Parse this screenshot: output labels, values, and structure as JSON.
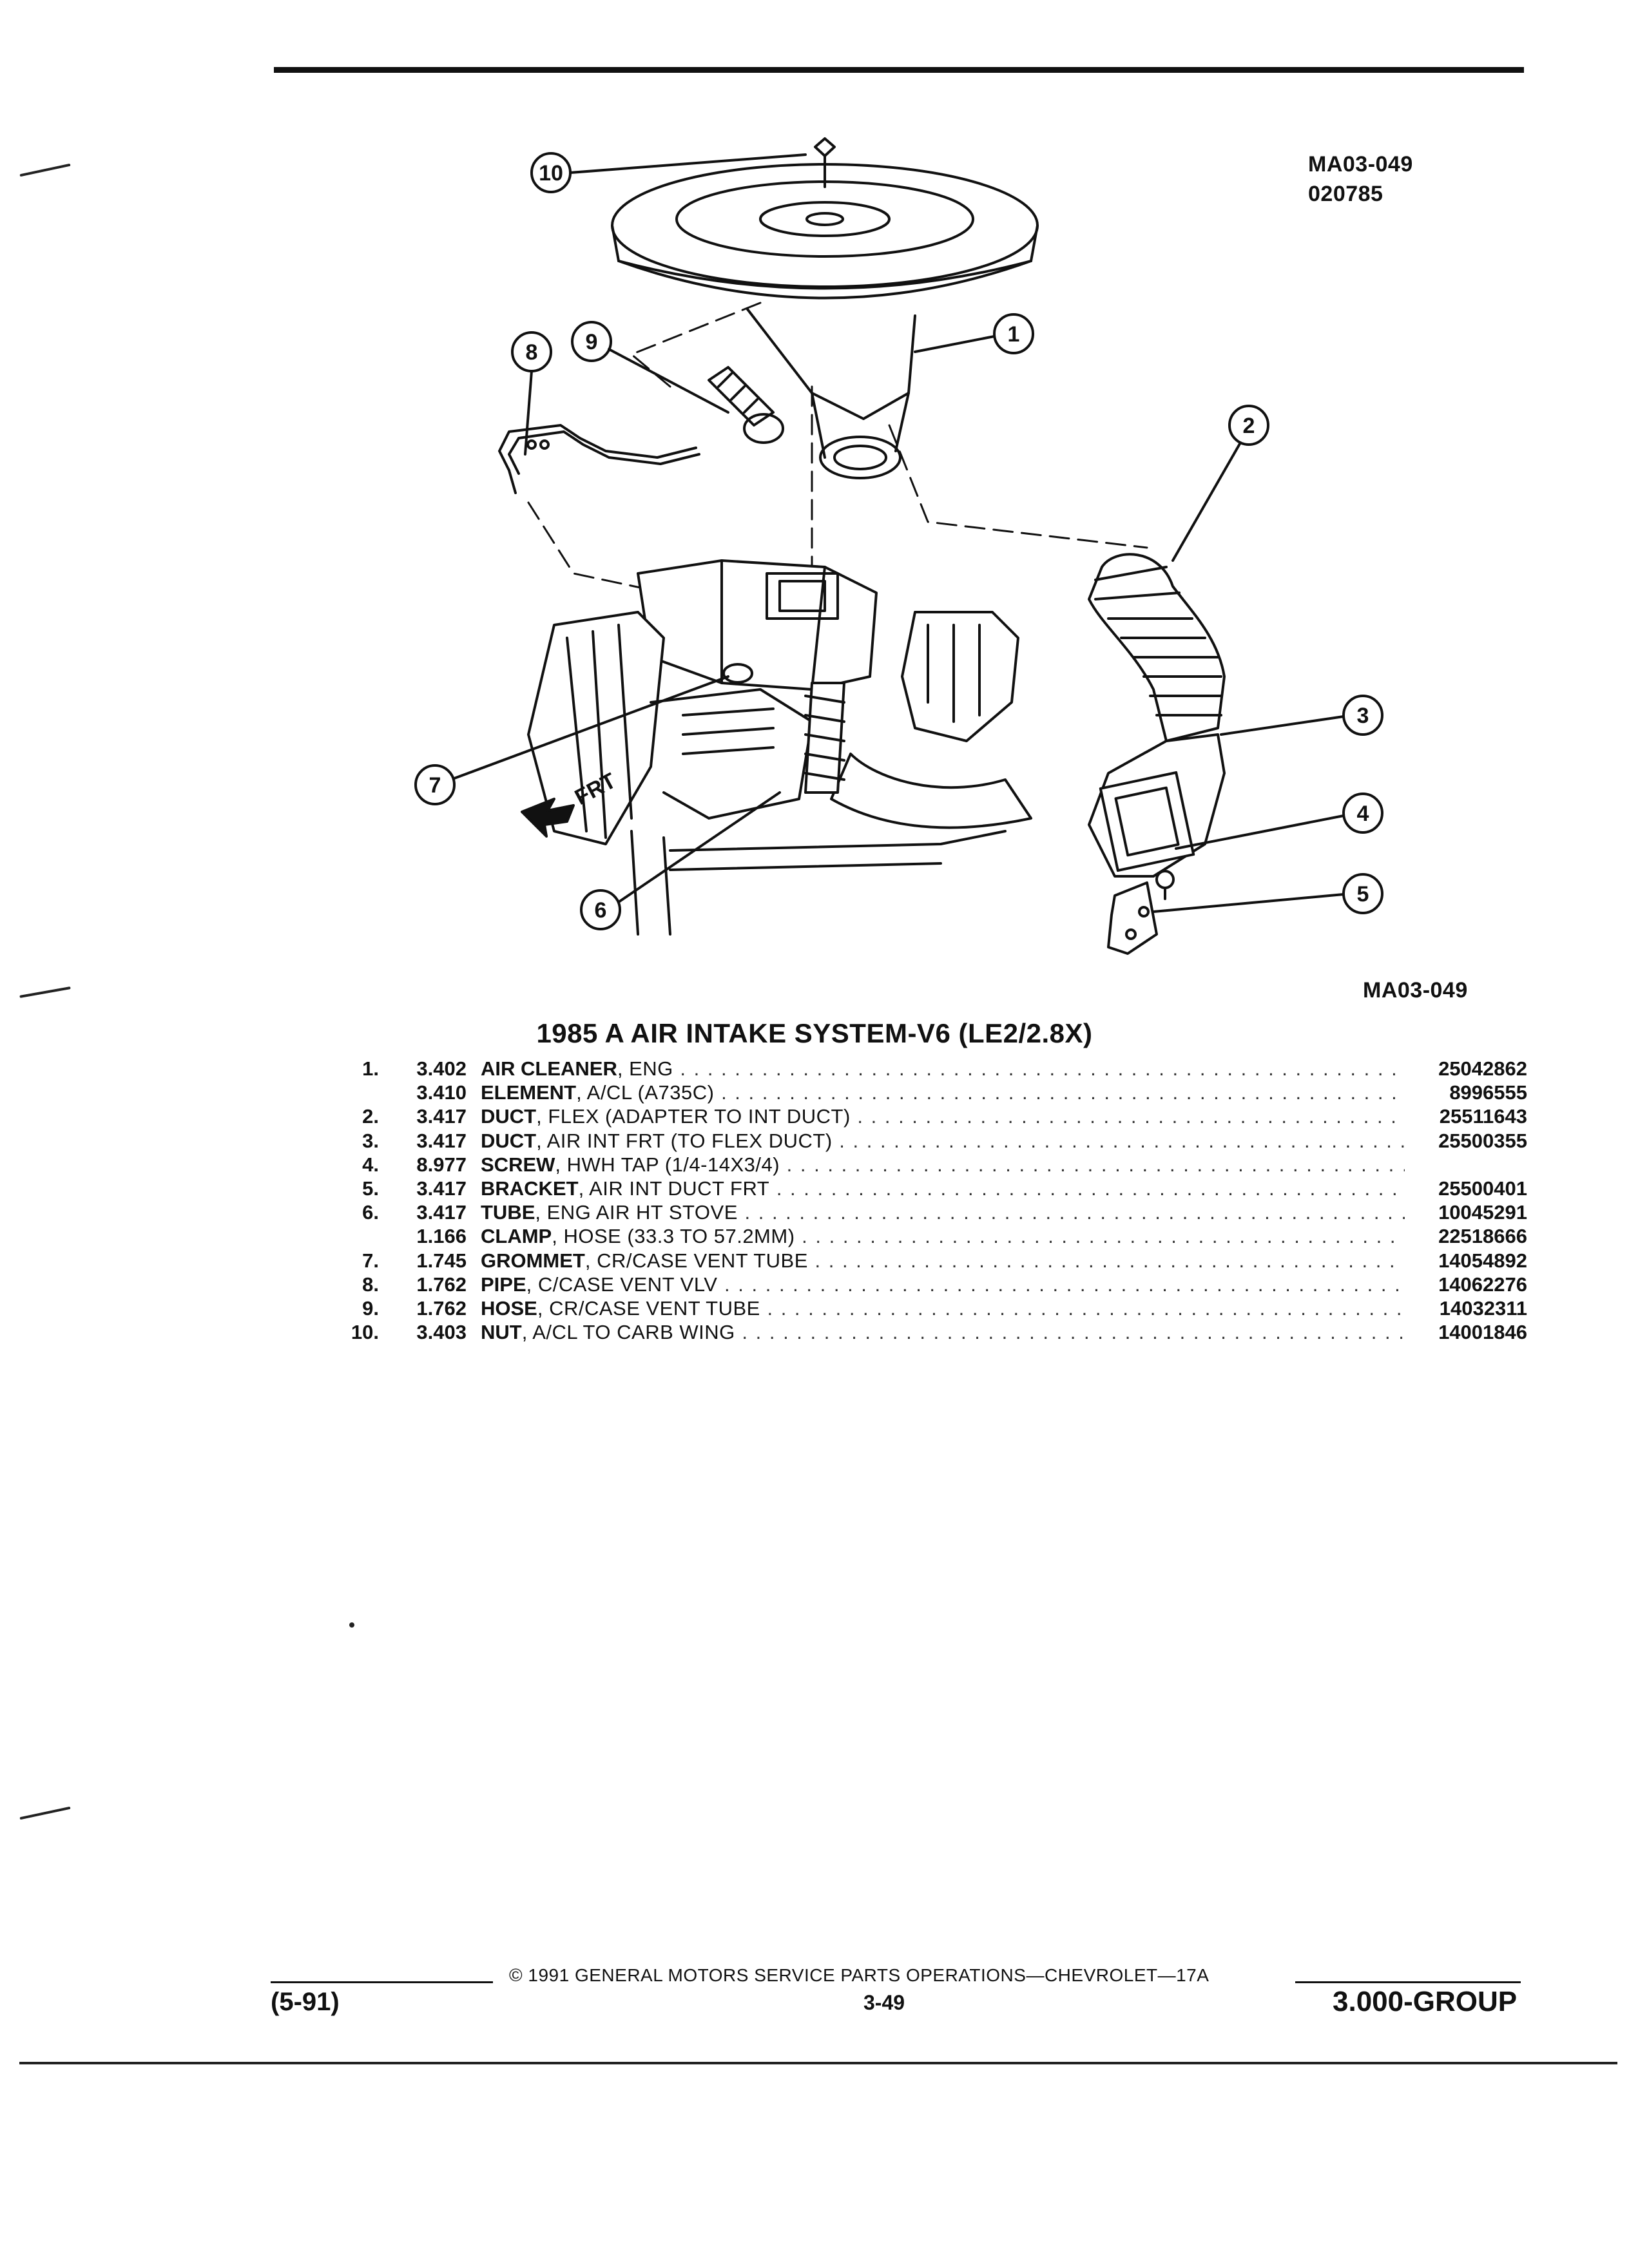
{
  "diagram": {
    "ref_code": "MA03-049",
    "date_code": "020785",
    "caption_code": "MA03-049",
    "front_label": "FRT",
    "callouts": [
      "1",
      "2",
      "3",
      "4",
      "5",
      "6",
      "7",
      "8",
      "9",
      "10"
    ]
  },
  "title": "1985 A AIR INTAKE SYSTEM-V6 (LE2/2.8X)",
  "parts": [
    {
      "num": "1.",
      "code": "3.402",
      "name": "AIR CLEANER",
      "rest": ", ENG",
      "part": "25042862"
    },
    {
      "num": "",
      "code": "3.410",
      "name": "ELEMENT",
      "rest": ", A/CL (A735C)",
      "part": "8996555"
    },
    {
      "num": "2.",
      "code": "3.417",
      "name": "DUCT",
      "rest": ", FLEX (ADAPTER TO INT DUCT)",
      "part": "25511643"
    },
    {
      "num": "3.",
      "code": "3.417",
      "name": "DUCT",
      "rest": ", AIR INT FRT (TO FLEX DUCT)",
      "part": "25500355"
    },
    {
      "num": "4.",
      "code": "8.977",
      "name": "SCREW",
      "rest": ", HWH TAP (1/4-14X3/4)",
      "part": ""
    },
    {
      "num": "5.",
      "code": "3.417",
      "name": "BRACKET",
      "rest": ", AIR INT DUCT FRT",
      "part": "25500401"
    },
    {
      "num": "6.",
      "code": "3.417",
      "name": "TUBE",
      "rest": ", ENG AIR HT STOVE",
      "part": "10045291"
    },
    {
      "num": "",
      "code": "1.166",
      "name": "CLAMP",
      "rest": ", HOSE (33.3 TO 57.2MM)",
      "part": "22518666"
    },
    {
      "num": "7.",
      "code": "1.745",
      "name": "GROMMET",
      "rest": ", CR/CASE VENT TUBE",
      "part": "14054892"
    },
    {
      "num": "8.",
      "code": "1.762",
      "name": "PIPE",
      "rest": ", C/CASE VENT VLV",
      "part": "14062276"
    },
    {
      "num": "9.",
      "code": "1.762",
      "name": "HOSE",
      "rest": ", CR/CASE VENT TUBE",
      "part": "14032311"
    },
    {
      "num": "10.",
      "code": "3.403",
      "name": "NUT",
      "rest": ", A/CL TO CARB WING",
      "part": "14001846"
    }
  ],
  "footer": {
    "revision": "(5-91)",
    "copyright": "© 1991 GENERAL MOTORS SERVICE PARTS OPERATIONS—CHEVROLET—17A",
    "page": "3-49",
    "group": "3.000-GROUP"
  }
}
